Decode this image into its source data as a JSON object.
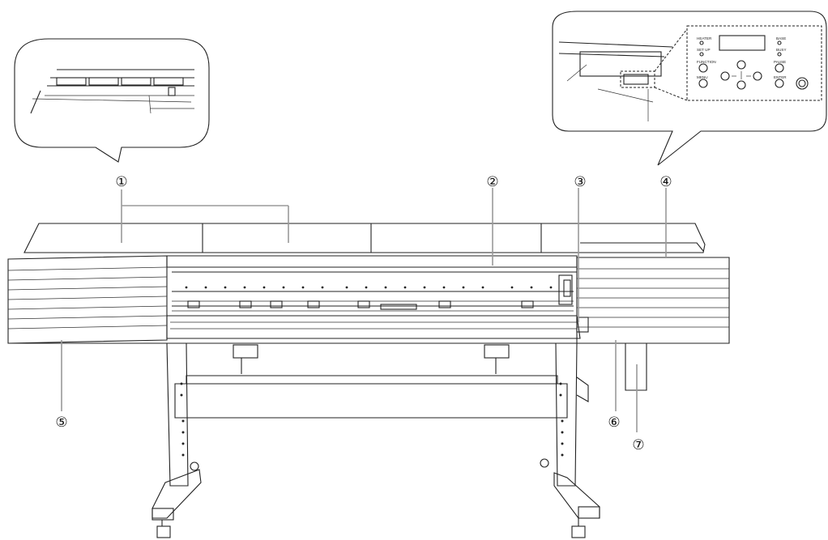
{
  "callouts": [
    {
      "id": 1,
      "label": "①"
    },
    {
      "id": 2,
      "label": "②"
    },
    {
      "id": 3,
      "label": "③"
    },
    {
      "id": 4,
      "label": "④"
    },
    {
      "id": 5,
      "label": "⑤"
    },
    {
      "id": 6,
      "label": "⑥"
    },
    {
      "id": 7,
      "label": "⑦"
    }
  ],
  "control_panel": {
    "heater": "HEATER",
    "setup": "SET UP",
    "function": "FUNCTION",
    "menu": "MENU",
    "base": "BASE",
    "busy": "BUSY",
    "pause": "PAUSE",
    "enter": "ENTER"
  },
  "colors": {
    "line": "#222222",
    "leader": "#9a9a9a",
    "background": "#ffffff"
  }
}
